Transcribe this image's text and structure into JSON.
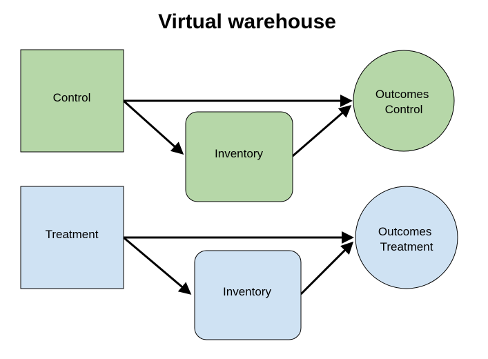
{
  "title": "Virtual warehouse",
  "colors": {
    "control_fill": "#b6d7a8",
    "treatment_fill": "#cfe2f3",
    "stroke": "#000000",
    "edge": "#000000"
  },
  "nodes": {
    "control": {
      "label": "Control",
      "shape": "square"
    },
    "inventory_control": {
      "label": "Inventory",
      "shape": "rounded-rectangle"
    },
    "outcomes_control": {
      "label_lines": [
        "Outcomes",
        "Control"
      ],
      "shape": "circle"
    },
    "treatment": {
      "label": "Treatment",
      "shape": "square"
    },
    "inventory_treatment": {
      "label": "Inventory",
      "shape": "rounded-rectangle"
    },
    "outcomes_treatment": {
      "label_lines": [
        "Outcomes",
        "Treatment"
      ],
      "shape": "circle"
    }
  },
  "edges": [
    {
      "from": "control",
      "to": "outcomes_control"
    },
    {
      "from": "control",
      "to": "inventory_control"
    },
    {
      "from": "inventory_control",
      "to": "outcomes_control"
    },
    {
      "from": "treatment",
      "to": "outcomes_treatment"
    },
    {
      "from": "treatment",
      "to": "inventory_treatment"
    },
    {
      "from": "inventory_treatment",
      "to": "outcomes_treatment"
    }
  ]
}
